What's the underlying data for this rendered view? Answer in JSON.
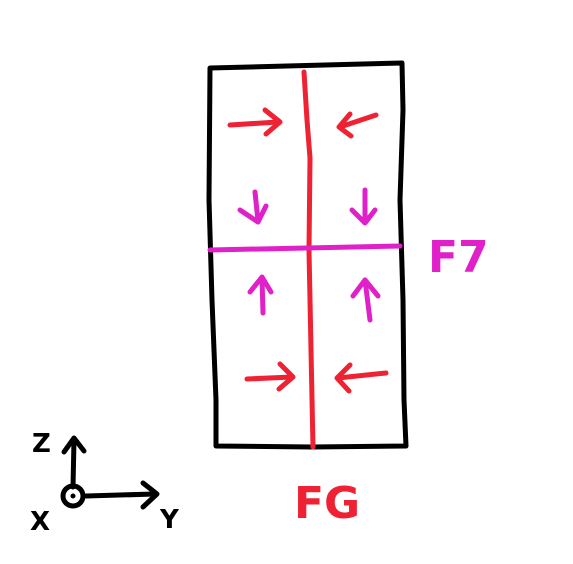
{
  "labels": {
    "horizontal_line": "F7",
    "vertical_line": "FG"
  },
  "axes": {
    "z": "Z",
    "y": "Y",
    "x": "X"
  },
  "colors": {
    "outline": "#000000",
    "red": "#ee2233",
    "magenta": "#e020c8",
    "background": "#ffffff"
  }
}
